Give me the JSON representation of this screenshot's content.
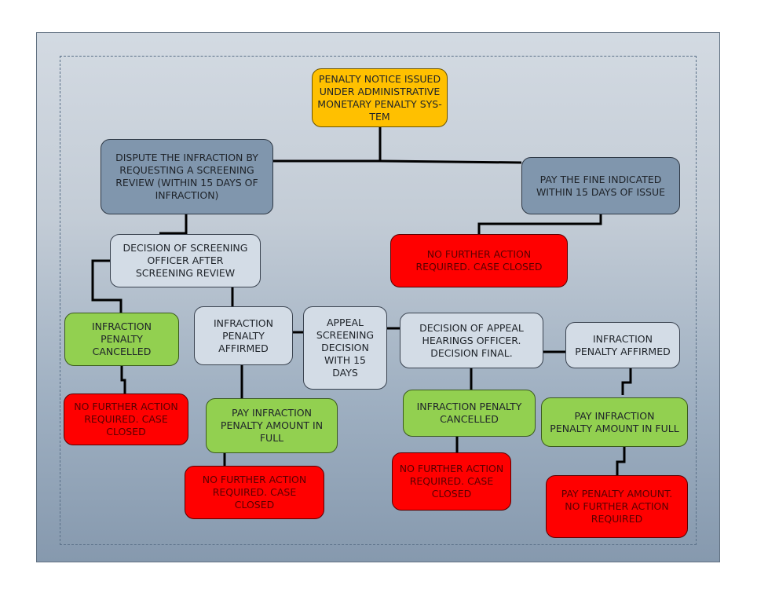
{
  "diagram": {
    "colors": {
      "start": "#ffc000",
      "choice": "#8096ad",
      "decision": "#d3dce6",
      "positive": "#92d050",
      "terminal": "#ff0000",
      "connector": "#000000"
    },
    "nodes": {
      "penalty_notice": "PENALTY NOTICE ISSUED\nUNDER ADMINISTRATIVE\nMONETARY PENALTY SYS-\nTEM",
      "dispute": "DISPUTE THE INFRACTION BY\nREQUESTING A SCREENING\nREVIEW (WITHIN 15 DAYS OF\nINFRACTION)",
      "pay_fine": "PAY THE FINE INDICATED\nWITHIN 15 DAYS OF ISSUE",
      "pay_fine_closed": "NO FURTHER ACTION\nREQUIRED. CASE CLOSED",
      "screening_decision": "DECISION OF SCREENING\nOFFICER AFTER\nSCREENING REVIEW",
      "screening_cancelled": "INFRACTION\nPENALTY\nCANCELLED",
      "screening_cancelled_closed": "NO FURTHER ACTION\nREQUIRED. CASE\nCLOSED",
      "screening_affirmed": "INFRACTION\nPENALTY\nAFFIRMED",
      "screening_pay_full": "PAY INFRACTION\nPENALTY AMOUNT IN\nFULL",
      "screening_pay_closed": "NO FURTHER ACTION\nREQUIRED. CASE\nCLOSED",
      "appeal": "APPEAL\nSCREENING\nDECISION\nWITH 15\nDAYS",
      "appeal_decision": "DECISION OF APPEAL\nHEARINGS OFFICER.\nDECISION FINAL.",
      "appeal_cancelled": "INFRACTION PENALTY\nCANCELLED",
      "appeal_cancelled_closed": "NO FURTHER ACTION\nREQUIRED. CASE\nCLOSED",
      "appeal_affirmed": "INFRACTION\nPENALTY AFFIRMED",
      "appeal_pay_full": "PAY INFRACTION\nPENALTY AMOUNT IN FULL",
      "appeal_pay_closed": "PAY PENALTY AMOUNT.\nNO FURTHER ACTION\nREQUIRED"
    },
    "edges": [
      [
        "penalty_notice",
        "dispute"
      ],
      [
        "penalty_notice",
        "pay_fine"
      ],
      [
        "pay_fine",
        "pay_fine_closed"
      ],
      [
        "dispute",
        "screening_decision"
      ],
      [
        "screening_decision",
        "screening_cancelled"
      ],
      [
        "screening_decision",
        "screening_affirmed"
      ],
      [
        "screening_cancelled",
        "screening_cancelled_closed"
      ],
      [
        "screening_affirmed",
        "screening_pay_full"
      ],
      [
        "screening_pay_full",
        "screening_pay_closed"
      ],
      [
        "screening_affirmed",
        "appeal"
      ],
      [
        "appeal",
        "appeal_decision"
      ],
      [
        "appeal_decision",
        "appeal_cancelled"
      ],
      [
        "appeal_decision",
        "appeal_affirmed"
      ],
      [
        "appeal_cancelled",
        "appeal_cancelled_closed"
      ],
      [
        "appeal_affirmed",
        "appeal_pay_full"
      ],
      [
        "appeal_pay_full",
        "appeal_pay_closed"
      ]
    ]
  }
}
